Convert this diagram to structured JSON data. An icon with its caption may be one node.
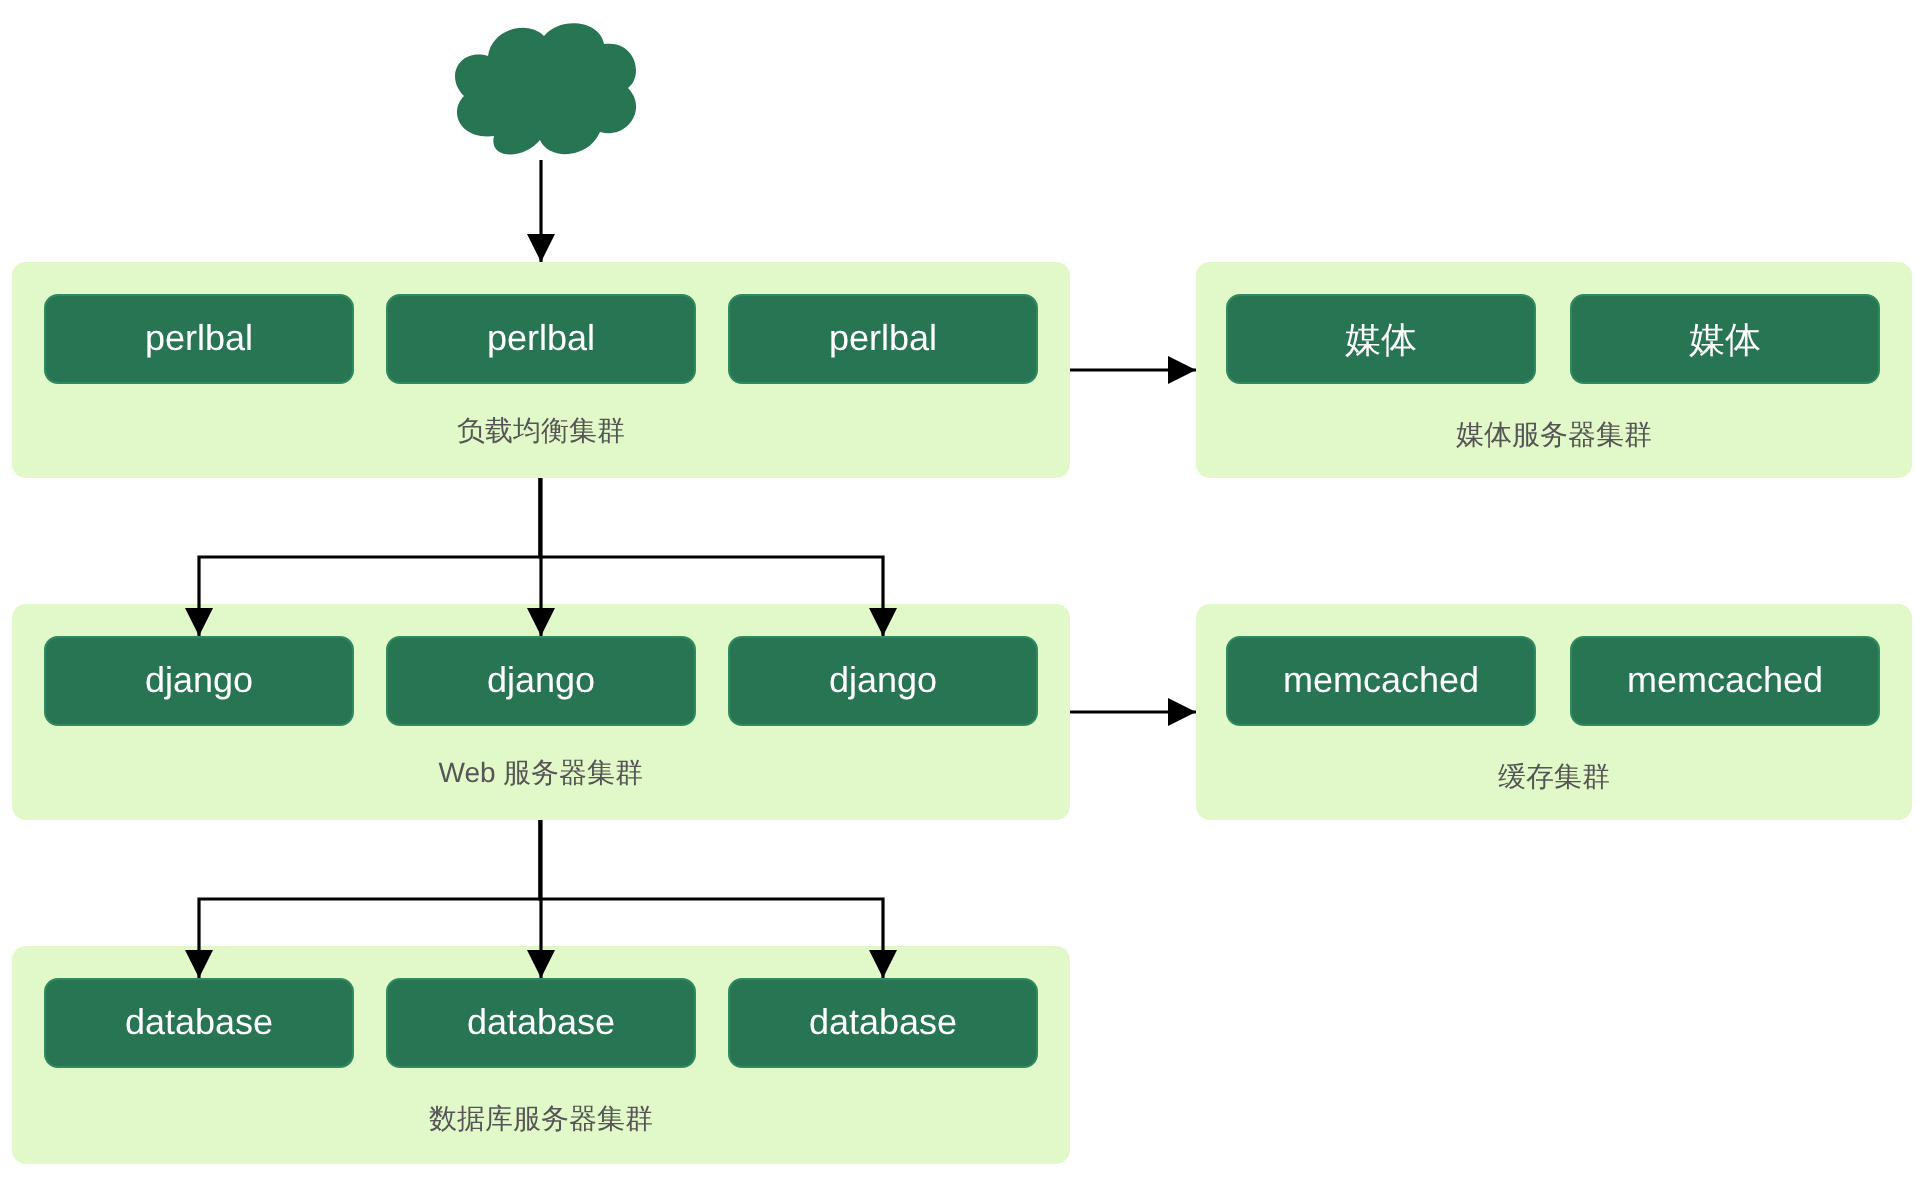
{
  "diagram": {
    "nodes": [
      {
        "text": [],
        "shape": "cloud"
      },
      {
        "text": [
          "负载均衡集群"
        ]
      },
      {
        "text": [
          "perlbal"
        ],
        "in": 1
      },
      {
        "text": [
          "perlbal"
        ],
        "in": 1
      },
      {
        "text": [
          "perlbal"
        ],
        "in": 1
      },
      {
        "text": [
          "媒体服务器集群"
        ]
      },
      {
        "text": [
          "媒体"
        ],
        "in": 5
      },
      {
        "text": [
          "媒体"
        ],
        "in": 5
      },
      {
        "text": [
          "Web 服务器集群"
        ]
      },
      {
        "text": [
          "django"
        ],
        "in": 8
      },
      {
        "text": [
          "django"
        ],
        "in": 8
      },
      {
        "text": [
          "django"
        ],
        "in": 8
      },
      {
        "text": [
          "缓存集群"
        ]
      },
      {
        "text": [
          "memcached"
        ],
        "in": 12
      },
      {
        "text": [
          "memcached"
        ],
        "in": 12
      },
      {
        "text": [
          "数据库服务器集群"
        ]
      },
      {
        "text": [
          "database"
        ],
        "in": 15
      },
      {
        "text": [
          "database"
        ],
        "in": 15
      },
      {
        "text": [
          "database"
        ],
        "in": 15
      }
    ],
    "edges": [
      {
        "from": 0,
        "to": 1,
        "arrow": "to"
      },
      {
        "from": 1,
        "to": 5,
        "arrow": "to"
      },
      {
        "from": 1,
        "to": 9,
        "arrow": "to"
      },
      {
        "from": 1,
        "to": 10,
        "arrow": "to"
      },
      {
        "from": 1,
        "to": 11,
        "arrow": "to"
      },
      {
        "from": 8,
        "to": 12,
        "arrow": "to"
      },
      {
        "from": 8,
        "to": 16,
        "arrow": "to"
      },
      {
        "from": 8,
        "to": 17,
        "arrow": "to"
      },
      {
        "from": 8,
        "to": 18,
        "arrow": "to"
      }
    ]
  }
}
